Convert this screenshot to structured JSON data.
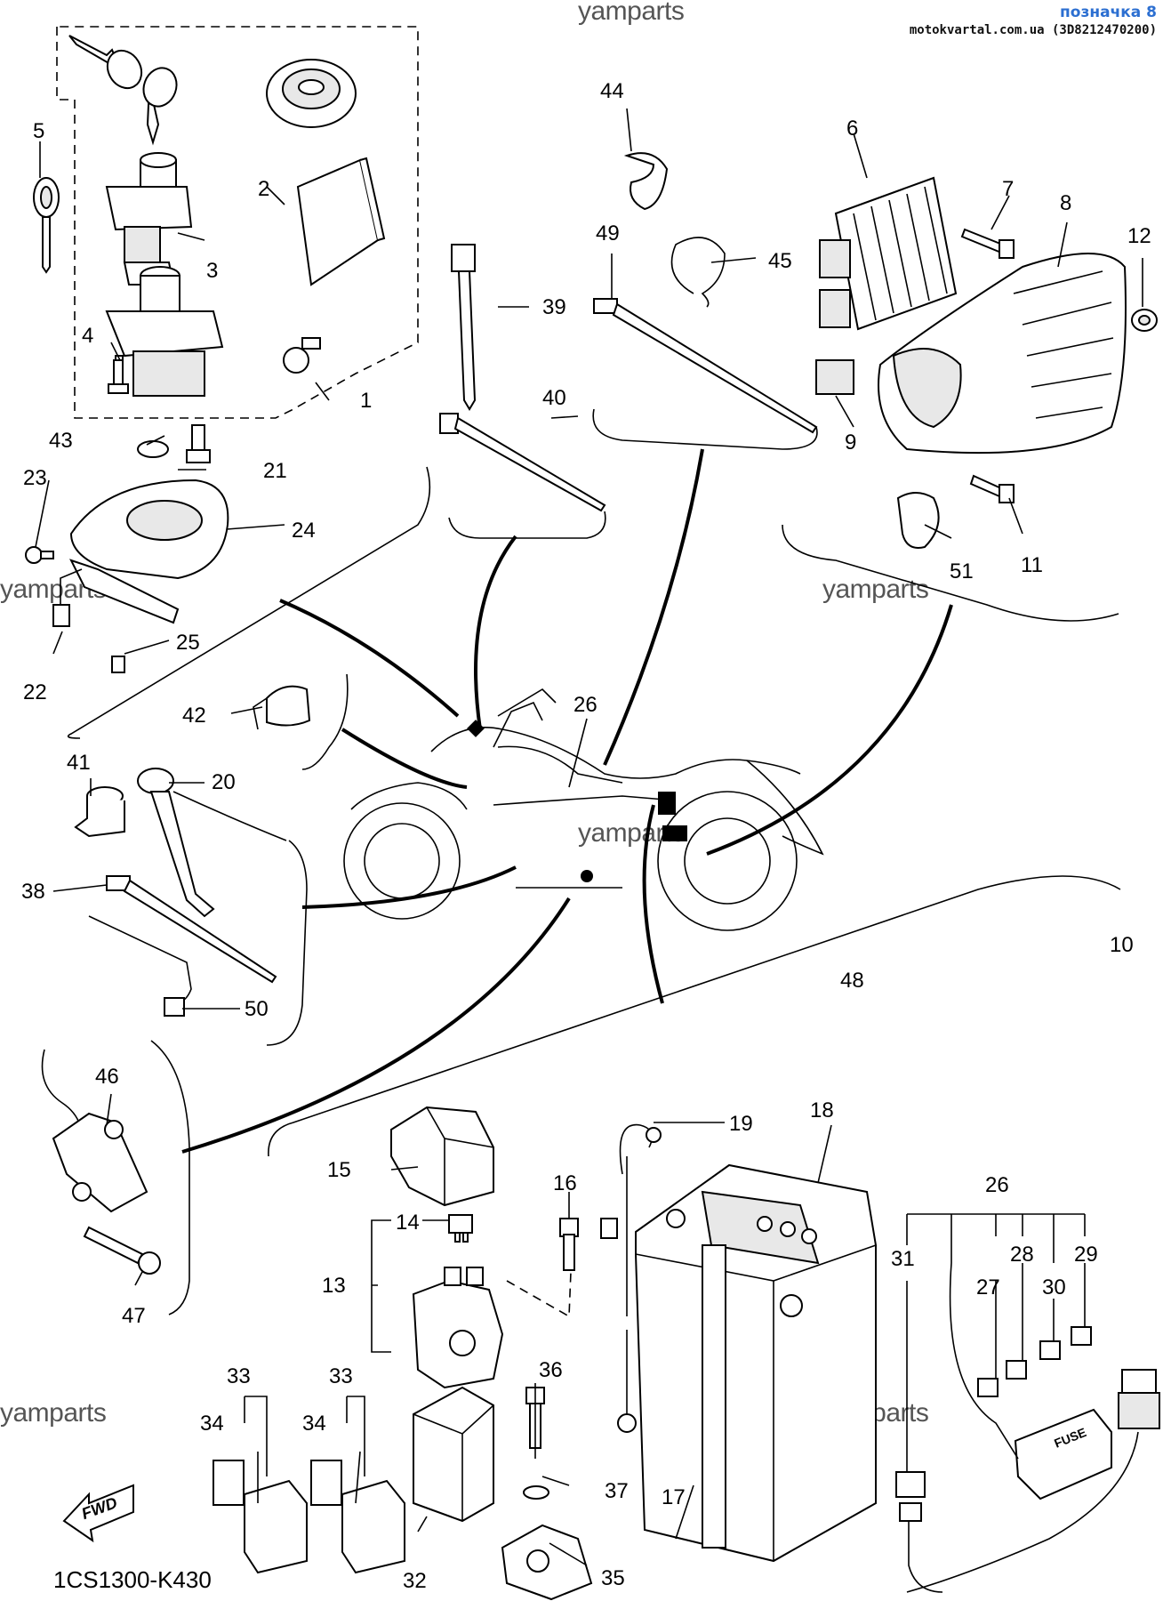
{
  "header": {
    "tag_label": "позначка 8",
    "source_line": "motokvartal.com.ua (3D8212470200)"
  },
  "watermarks": [
    "yamparts",
    "yamparts",
    "yamparts",
    "yamparts",
    "yamparts",
    "yamparts"
  ],
  "diagram_code": "1CS1300-K430",
  "fwd_label": "FWD",
  "fuse_label": "FUSE",
  "callouts": [
    "1",
    "2",
    "3",
    "4",
    "5",
    "6",
    "7",
    "8",
    "9",
    "10",
    "11",
    "12",
    "13",
    "14",
    "15",
    "16",
    "17",
    "18",
    "19",
    "20",
    "21",
    "22",
    "23",
    "24",
    "25",
    "26",
    "26",
    "27",
    "28",
    "29",
    "30",
    "31",
    "32",
    "33",
    "33",
    "34",
    "34",
    "35",
    "36",
    "37",
    "38",
    "39",
    "40",
    "41",
    "42",
    "43",
    "44",
    "45",
    "46",
    "47",
    "48",
    "49",
    "50",
    "51"
  ]
}
